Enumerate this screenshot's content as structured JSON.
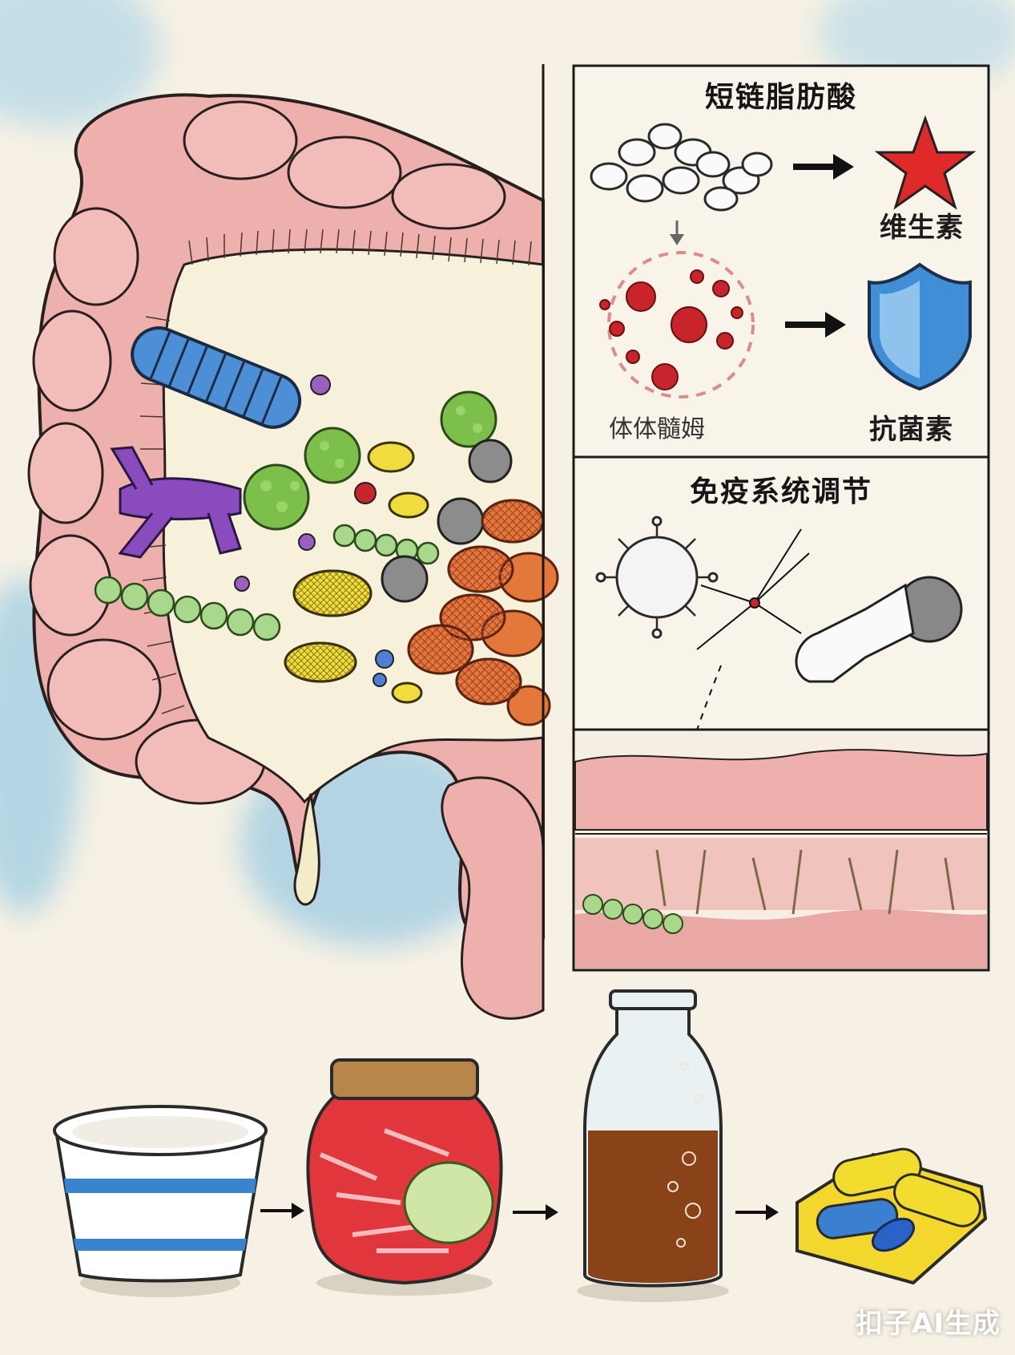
{
  "colors": {
    "paper": "#f6f1e4",
    "watercolor_blue": "#8ec7e6",
    "intestine_pink": "#eeb0ad",
    "intestine_dark": "#d98c8c",
    "lumen": "#f7f1dc",
    "ink": "#222222",
    "star_red": "#e02a2a",
    "shield_blue": "#3f8ed6",
    "red_cells": "#c8242b"
  },
  "panels": {
    "scfa": {
      "title": "短链脂肪酸",
      "vitamin_label": "维生素",
      "body_label": "体体髓姆",
      "antibacterial_label": "抗菌素",
      "icons": [
        "molecule-chain-icon",
        "star-icon",
        "red-cell-cluster-icon",
        "shield-icon"
      ]
    },
    "immune": {
      "title": "免疫系统调节",
      "icons": [
        "white-virus-icon",
        "gloved-hand-icon"
      ]
    },
    "gut_wall": {
      "icons": [
        "intestinal-wall-cross-section"
      ]
    }
  },
  "foods": [
    {
      "name": "yogurt-cup-icon"
    },
    {
      "name": "kimchi-jar-icon"
    },
    {
      "name": "kombucha-bottle-icon"
    },
    {
      "name": "probiotic-capsules-icon"
    }
  ],
  "watermark": "扣子AI生成"
}
